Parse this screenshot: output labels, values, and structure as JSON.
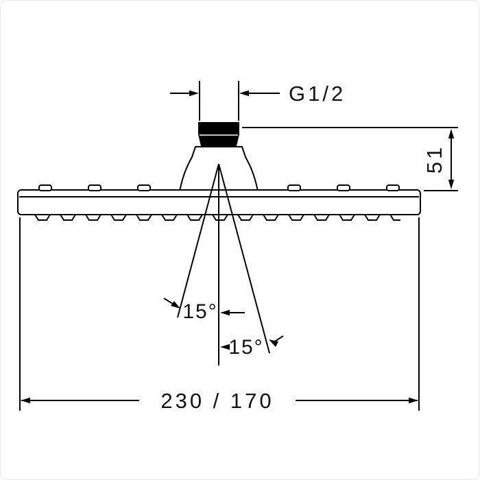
{
  "drawing": {
    "type": "technical-dimension-drawing",
    "subject": "overhead-shower-side-view",
    "labels": {
      "thread": "G1/2",
      "height": "51",
      "width": "230 / 170",
      "angle_left": "15°",
      "angle_right": "15°"
    },
    "colors": {
      "line": "#000000",
      "background": "#ffffff"
    }
  }
}
